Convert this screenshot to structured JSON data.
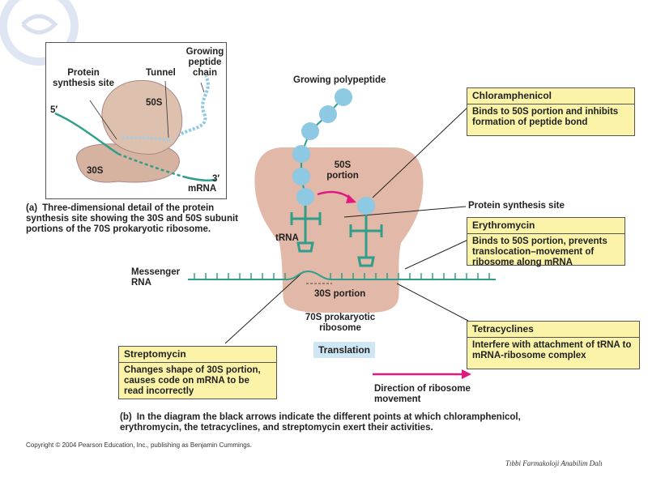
{
  "colors": {
    "ribosome": "#e2b8a8",
    "ribosome_3d": "#d9b9a6",
    "trna": "#2f9e8a",
    "bead": "#8ec9e3",
    "callout_fill": "#fbf4a8",
    "direction_arrow": "#e0197f",
    "translation_fill": "#cfe6f5"
  },
  "panel_a": {
    "labels": {
      "protein_synthesis_site": "Protein synthesis site",
      "tunnel": "Tunnel",
      "growing_peptide_chain": "Growing peptide chain",
      "five_prime": "5′",
      "three_prime": "3′",
      "subunit_50s": "50S",
      "subunit_30s": "30S",
      "mrna": "mRNA"
    },
    "caption_tag": "(a)",
    "caption": "Three-dimensional detail of the protein synthesis site showing the 30S and 50S subunit portions of the 70S prokaryotic ribosome."
  },
  "panel_b": {
    "labels": {
      "growing_polypeptide": "Growing polypeptide",
      "portion_50s": "50S portion",
      "portion_30s": "30S portion",
      "trna": "tRNA",
      "protein_synthesis_site": "Protein synthesis site",
      "messenger_rna": "Messenger RNA",
      "ribosome_70s": "70S prokaryotic ribosome",
      "translation": "Translation",
      "direction": "Direction of ribosome movement"
    },
    "callouts": {
      "chloramphenicol": {
        "title": "Chloramphenicol",
        "body": "Binds to 50S portion and inhibits formation of peptide bond"
      },
      "erythromycin": {
        "title": "Erythromycin",
        "body": "Binds to 50S portion, prevents translocation–movement of ribosome along mRNA"
      },
      "tetracyclines": {
        "title": "Tetracyclines",
        "body": "Interfere with attachment of tRNA to mRNA-ribosome complex"
      },
      "streptomycin": {
        "title": "Streptomycin",
        "body": "Changes shape of 30S portion, causes code on mRNA to be read incorrectly"
      }
    },
    "caption_tag": "(b)",
    "caption": "In the diagram the black arrows indicate the different points at which chloramphenicol, erythromycin, the tetracyclines, and streptomycin exert their activities."
  },
  "copyright": "Copyright © 2004 Pearson Education, Inc., publishing as Benjamin Cummings.",
  "footer": "Tıbbi Farmakoloji Anabilim Dalı"
}
